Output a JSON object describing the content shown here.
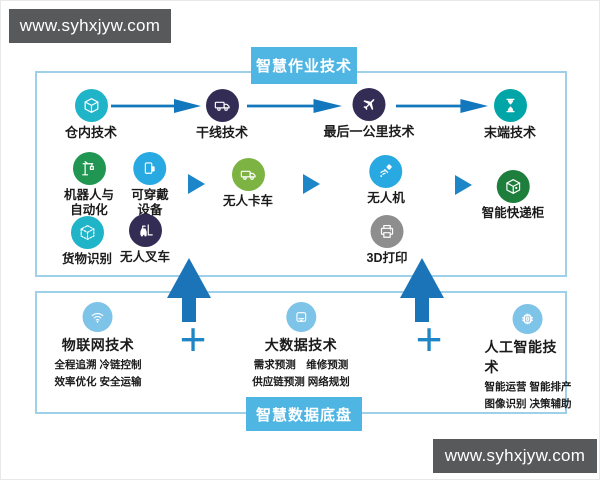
{
  "watermarks": {
    "top_left": "www.syhxjyw.com",
    "bottom_right": "www.syhxjyw.com"
  },
  "top_panel": {
    "title": "智慧作业技术",
    "flow": [
      {
        "label": "仓内技术",
        "icon": "box3d-icon"
      },
      {
        "label": "干线技术",
        "icon": "truck-icon"
      },
      {
        "label": "最后一公里技术",
        "icon": "plane-icon"
      },
      {
        "label": "末端技术",
        "icon": "hourglass-icon"
      }
    ],
    "middle_row": [
      {
        "label": "机器人与\n自动化",
        "icon": "crane-icon"
      },
      {
        "label": "可穿戴\n设备",
        "icon": "wearable-icon"
      },
      {
        "label": "无人卡车",
        "icon": "truck-icon"
      },
      {
        "label": "无人机",
        "icon": "drone-icon"
      },
      {
        "label": "智能快递柜",
        "icon": "parcel-icon"
      }
    ],
    "bottom_row": [
      {
        "label": "货物识别",
        "icon": "box3d-dashed-icon"
      },
      {
        "label": "无人叉车",
        "icon": "forklift-icon"
      },
      {
        "label": "3D打印",
        "icon": "printer-icon"
      }
    ]
  },
  "bottom_panel": {
    "title": "智慧数据底盘",
    "plus": "+",
    "groups": [
      {
        "title": "物联网技术",
        "icon": "wifi-icon",
        "line1": "全程追溯 冷链控制",
        "line2": "效率优化 安全运输"
      },
      {
        "title": "大数据技术",
        "icon": "server-icon",
        "line1": "需求预测　维修预测",
        "line2": "供应链预测 网络规划"
      },
      {
        "title": "人工智能技术",
        "icon": "chip-icon",
        "line1": "智能运营 智能排产",
        "line2": "图像识别 决策辅助"
      }
    ]
  },
  "colors": {
    "badge_blue": "#4fb5e2",
    "panel_border": "#9ed0e9",
    "flow_arrow": "#1377be",
    "small_arrow": "#1c86c8",
    "big_arrow": "#1b74b8",
    "plus_blue": "#1e86c6",
    "icon_cyan": "#1fb4c8",
    "icon_navy": "#332d56",
    "icon_teal": "#00a5a8",
    "icon_green": "#219653",
    "icon_bright_blue": "#29a9e1",
    "icon_olive": "#7cb342",
    "icon_dark_green": "#1e7e3c",
    "icon_gray": "#8e8e8e",
    "icon_light_blue": "#7ec3e8",
    "watermark_bg": "#58595b"
  }
}
